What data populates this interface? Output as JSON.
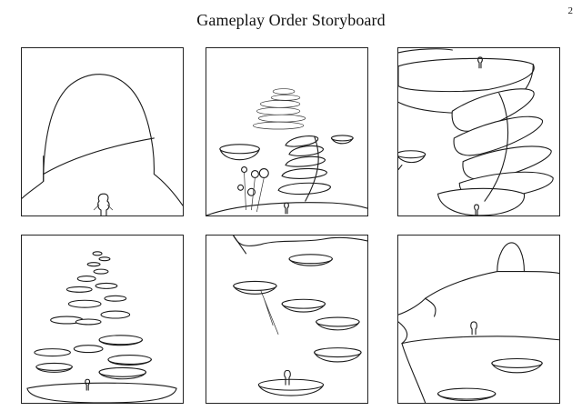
{
  "document": {
    "title": "Gameplay Order Storyboard",
    "page_number": "2"
  },
  "panels": [
    {
      "id": 1,
      "scene": "archway-figure"
    },
    {
      "id": 2,
      "scene": "stacked-bowls-tower"
    },
    {
      "id": 3,
      "scene": "tilted-bowl-stack-closeup"
    },
    {
      "id": 4,
      "scene": "bowl-path-ascending"
    },
    {
      "id": 5,
      "scene": "floating-bowls-cliff"
    },
    {
      "id": 6,
      "scene": "cliff-with-arch"
    }
  ]
}
